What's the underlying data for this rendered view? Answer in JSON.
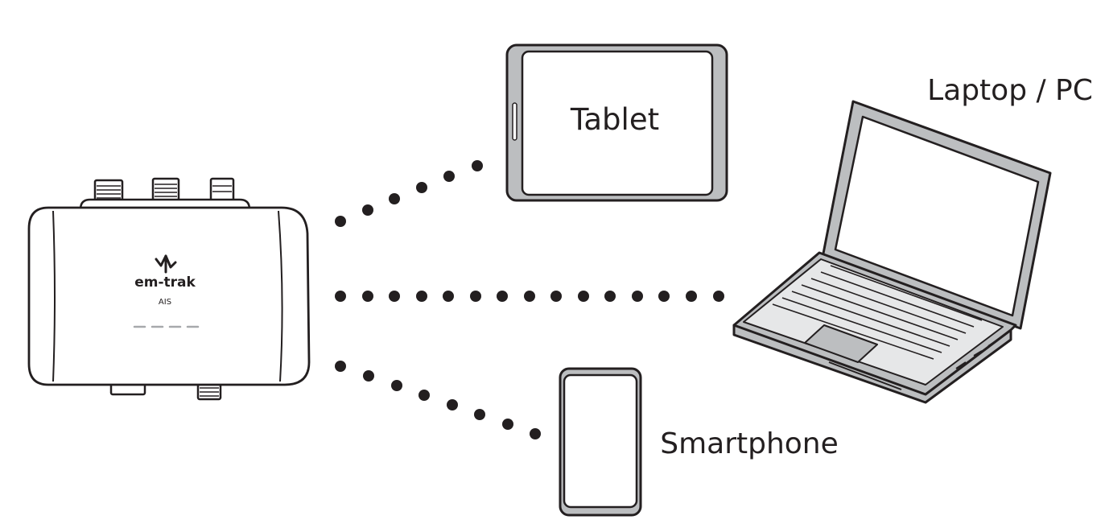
{
  "device": {
    "brand": "em-trak",
    "model": "AIS"
  },
  "labels": {
    "tablet": "Tablet",
    "laptop": "Laptop / PC",
    "smartphone": "Smartphone"
  },
  "colors": {
    "ink": "#231f20",
    "device_grey": "#bcbec0",
    "screen_grey": "#e6e7e8",
    "led_grey": "#a7a9ac"
  }
}
